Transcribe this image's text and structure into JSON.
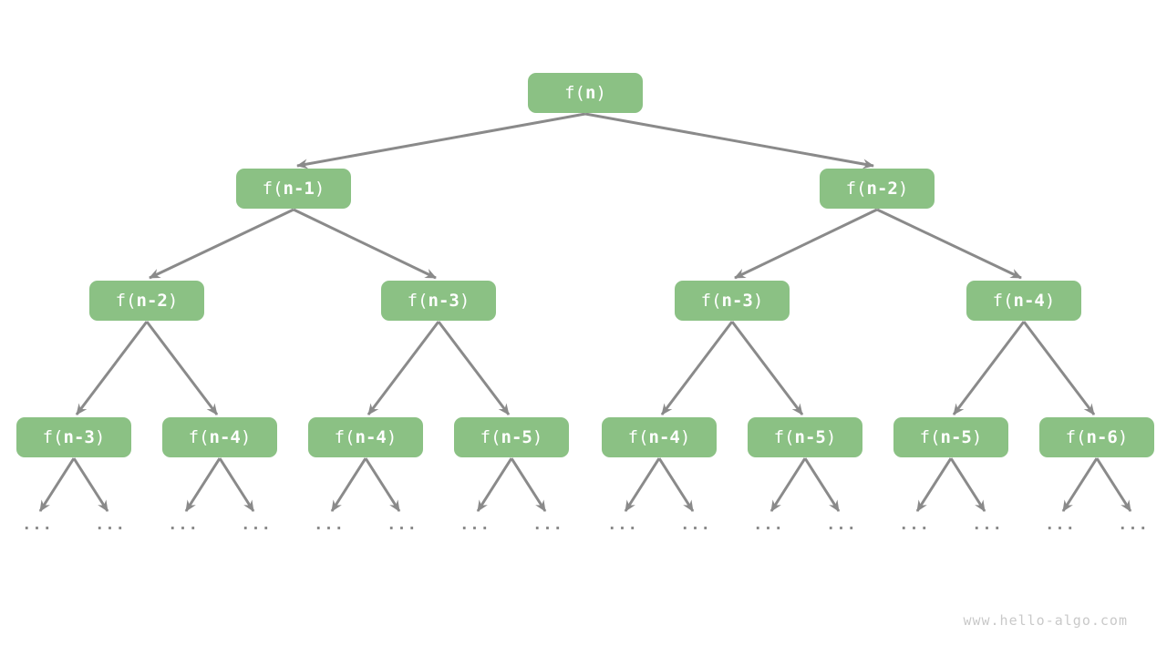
{
  "colors": {
    "background": "#FFFFFF",
    "node_fill": "#8BC184",
    "node_text": "#FFFFFF",
    "edge": "#8A8A8A",
    "ellipsis_text": "#8A8A8A",
    "watermark_text": "#C9C9C9"
  },
  "watermark": "www.hello-algo.com",
  "tree": {
    "ellipsis": "...",
    "nodes": [
      {
        "pre": "f(",
        "arg": "n",
        "post": ")"
      },
      {
        "pre": "f(",
        "arg": "n-1",
        "post": ")"
      },
      {
        "pre": "f(",
        "arg": "n-2",
        "post": ")"
      },
      {
        "pre": "f(",
        "arg": "n-2",
        "post": ")"
      },
      {
        "pre": "f(",
        "arg": "n-3",
        "post": ")"
      },
      {
        "pre": "f(",
        "arg": "n-3",
        "post": ")"
      },
      {
        "pre": "f(",
        "arg": "n-4",
        "post": ")"
      },
      {
        "pre": "f(",
        "arg": "n-3",
        "post": ")"
      },
      {
        "pre": "f(",
        "arg": "n-4",
        "post": ")"
      },
      {
        "pre": "f(",
        "arg": "n-4",
        "post": ")"
      },
      {
        "pre": "f(",
        "arg": "n-5",
        "post": ")"
      },
      {
        "pre": "f(",
        "arg": "n-4",
        "post": ")"
      },
      {
        "pre": "f(",
        "arg": "n-5",
        "post": ")"
      },
      {
        "pre": "f(",
        "arg": "n-5",
        "post": ")"
      },
      {
        "pre": "f(",
        "arg": "n-6",
        "post": ")"
      }
    ]
  }
}
